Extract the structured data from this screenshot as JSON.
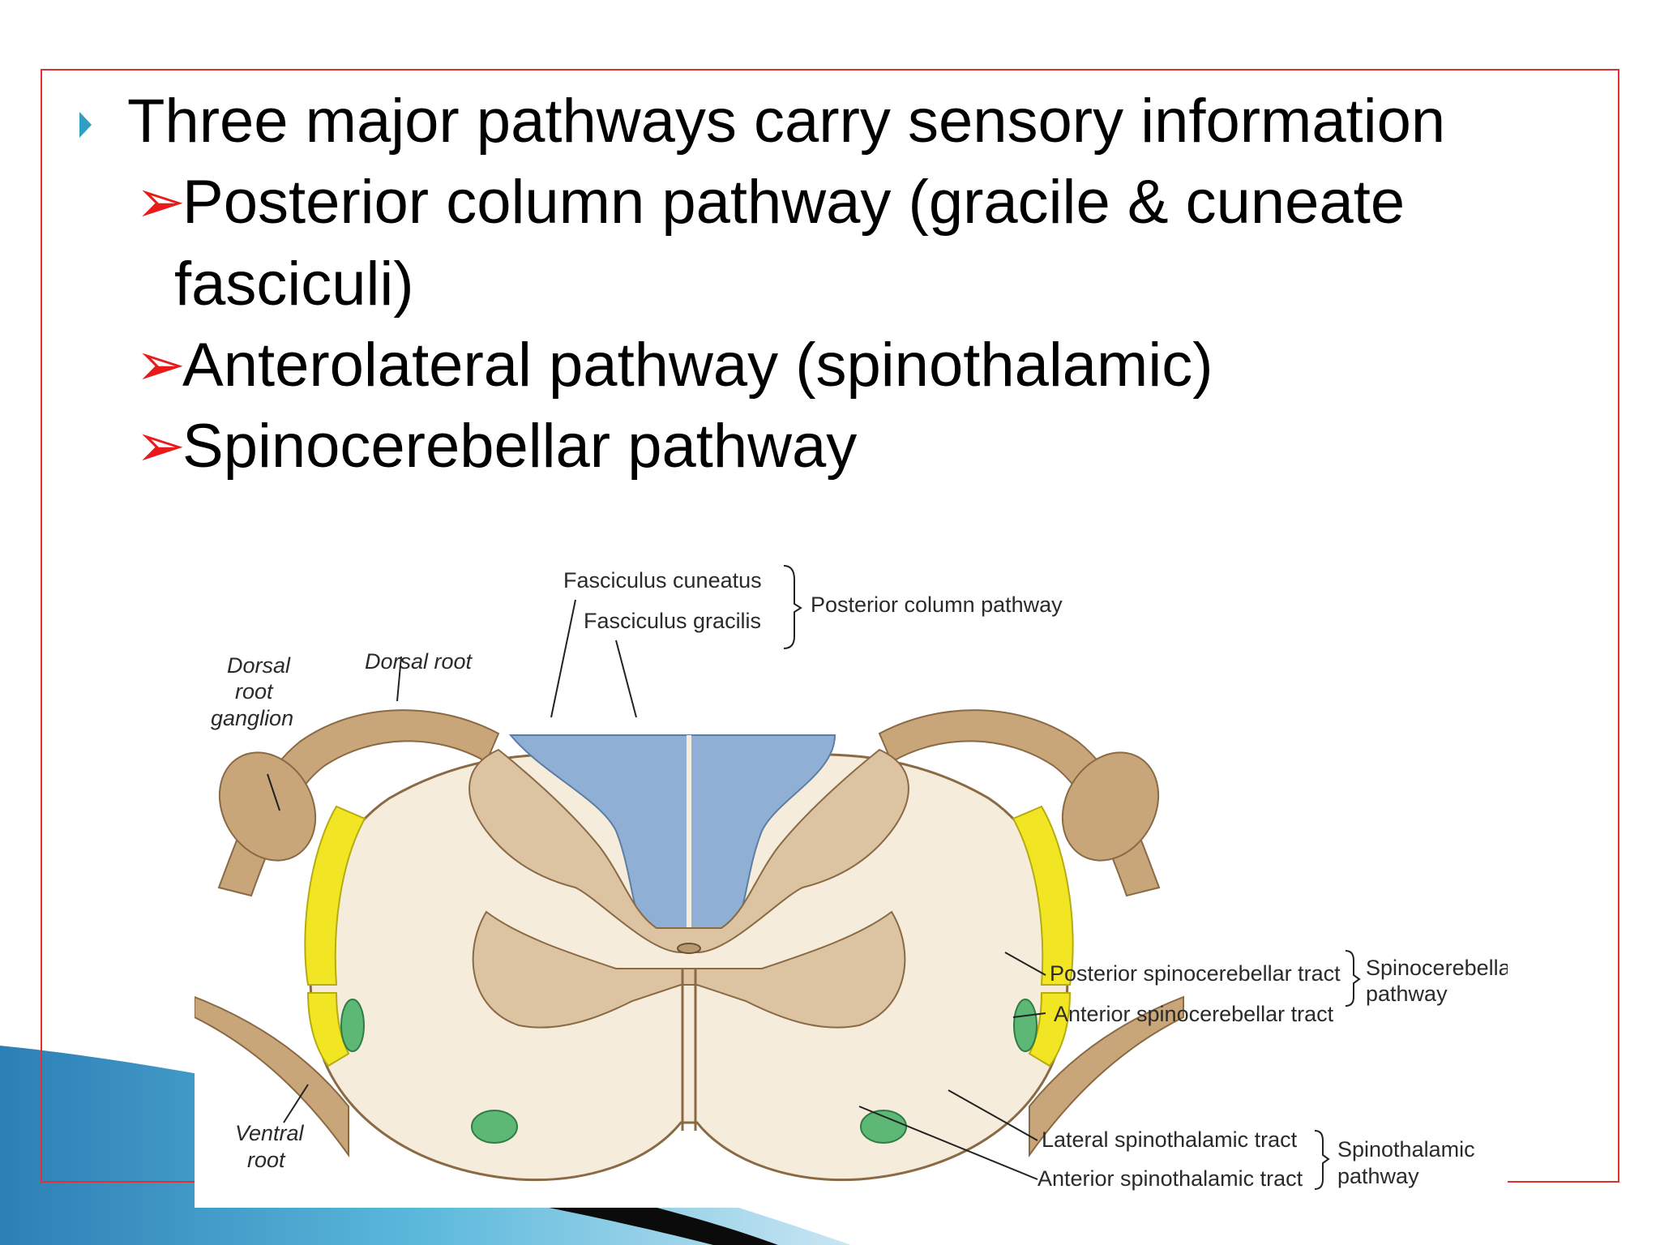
{
  "bullets": {
    "main": "Three major pathways carry sensory information",
    "arrow_glyph": "➢",
    "sub1_line1": "Posterior column pathway (gracile & cuneate",
    "sub1_line2": "fasciculi)",
    "sub2": "Anterolateral pathway (spinothalamic)",
    "sub3": "Spinocerebellar pathway"
  },
  "diagram": {
    "fasciculus_cuneatus": "Fasciculus cuneatus",
    "fasciculus_gracilis": "Fasciculus gracilis",
    "posterior_column_pathway": "Posterior column pathway",
    "dorsal_root_ganglion_1": "Dorsal",
    "dorsal_root_ganglion_2": "root",
    "dorsal_root_ganglion_3": "ganglion",
    "dorsal_root": "Dorsal root",
    "posterior_spinocerebellar_tract": "Posterior spinocerebellar tract",
    "anterior_spinocerebellar_tract": "Anterior spinocerebellar tract",
    "spinocerebellar_pathway_1": "Spinocerebellar",
    "spinocerebellar_pathway_2": "pathway",
    "lateral_spinothalamic_tract": "Lateral spinothalamic tract",
    "anterior_spinothalamic_tract": "Anterior spinothalamic tract",
    "spinothalamic_pathway_1": "Spinothalamic",
    "spinothalamic_pathway_2": "pathway",
    "ventral_root_1": "Ventral",
    "ventral_root_2": "root"
  },
  "colors": {
    "frame_border": "#e03030",
    "bullet_triangle": "#2f9ec0",
    "sub_arrow": "#e81a1a",
    "posterior_column": "#8fb0d4",
    "spinocerebellar": "#f2e624",
    "spinothalamic": "#5cb874",
    "gray_matter": "#dcc3a1",
    "white_matter": "#f6ecdc",
    "root": "#c9a67a",
    "swoosh_dark": "#0b0b0b",
    "swoosh_blue": "#2a8fc0"
  }
}
